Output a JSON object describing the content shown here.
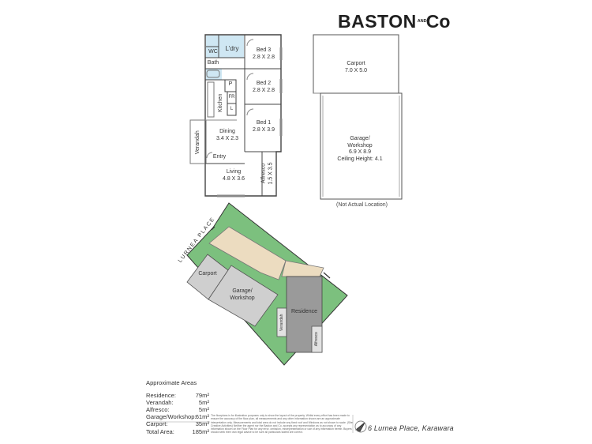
{
  "brand": {
    "name_main": "BASTON",
    "name_and": "AND",
    "name_co": "Co"
  },
  "floorplan": {
    "rooms": {
      "wc": "WC",
      "laundry": "L'dry",
      "bath": "Bath",
      "bed3_name": "Bed 3",
      "bed3_size": "2.8 X 2.8",
      "bed2_name": "Bed 2",
      "bed2_size": "2.8 X 2.8",
      "bed1_name": "Bed 1",
      "bed1_size": "2.8 X 3.9",
      "pantry": "P",
      "fridge": "FR",
      "linen": "L",
      "kitchen": "Kitchen",
      "dining_name": "Dining",
      "dining_size": "3.4 X 2.3",
      "verandah": "Verandah",
      "entry": "Entry",
      "living_name": "Living",
      "living_size": "4.8 X 3.6",
      "alfresco_name": "Alfresco",
      "alfresco_size": "1.5 X 3.5"
    }
  },
  "outbuildings": {
    "carport_name": "Carport",
    "carport_size": "7.0 X 5.0",
    "garage_name": "Garage/",
    "garage_name2": "Workshop",
    "garage_size": "6.9 X 8.9",
    "garage_ceiling": "Ceiling Height: 4.1",
    "note": "(Not Actual Location)"
  },
  "siteplan": {
    "street": "LURNEA PLACE",
    "carport": "Carport",
    "garage_line1": "Garage/",
    "garage_line2": "Workshop",
    "residence": "Residence",
    "verandah": "Verandah",
    "alfresco": "Alfresco"
  },
  "areas": {
    "title": "Approximate Areas",
    "rows": [
      {
        "label": "Residence:",
        "value": "79m²"
      },
      {
        "label": "Verandah:",
        "value": "5m²"
      },
      {
        "label": "Alfresco:",
        "value": "5m²"
      },
      {
        "label": "Garage/Workshop:",
        "value": "61m²"
      },
      {
        "label": "Carport:",
        "value": "35m²"
      },
      {
        "label": "Total Area:",
        "value": "185m²"
      }
    ]
  },
  "disclaimer": "The floorplans is for illustration purposes only to show the layout of the property. Whilst every effort has been made to ensure the accuracy of the floor plan, all measurements and any other information shown are an approximate interpretation only. Measurements and total area do not include any fixed roof and Windows as not shown to scale. (Site Creative Activities) Neither the agent nor the Baston and Co. accepts any representation as to accuracy of any information shown on the Floor Plan for any error, omission, misrepresentation or use of any information herein. Buyers should seek their own legal advice to be sure all particulars stated are correct.",
  "address": "6 Lurnea Place, Karawara",
  "colors": {
    "grass": "#7cc07e",
    "path": "#ecdcc0",
    "building": "#9a9a9a",
    "outbuilding": "#cdcdcd",
    "wet": "#cfe7f3",
    "line": "#444444"
  }
}
